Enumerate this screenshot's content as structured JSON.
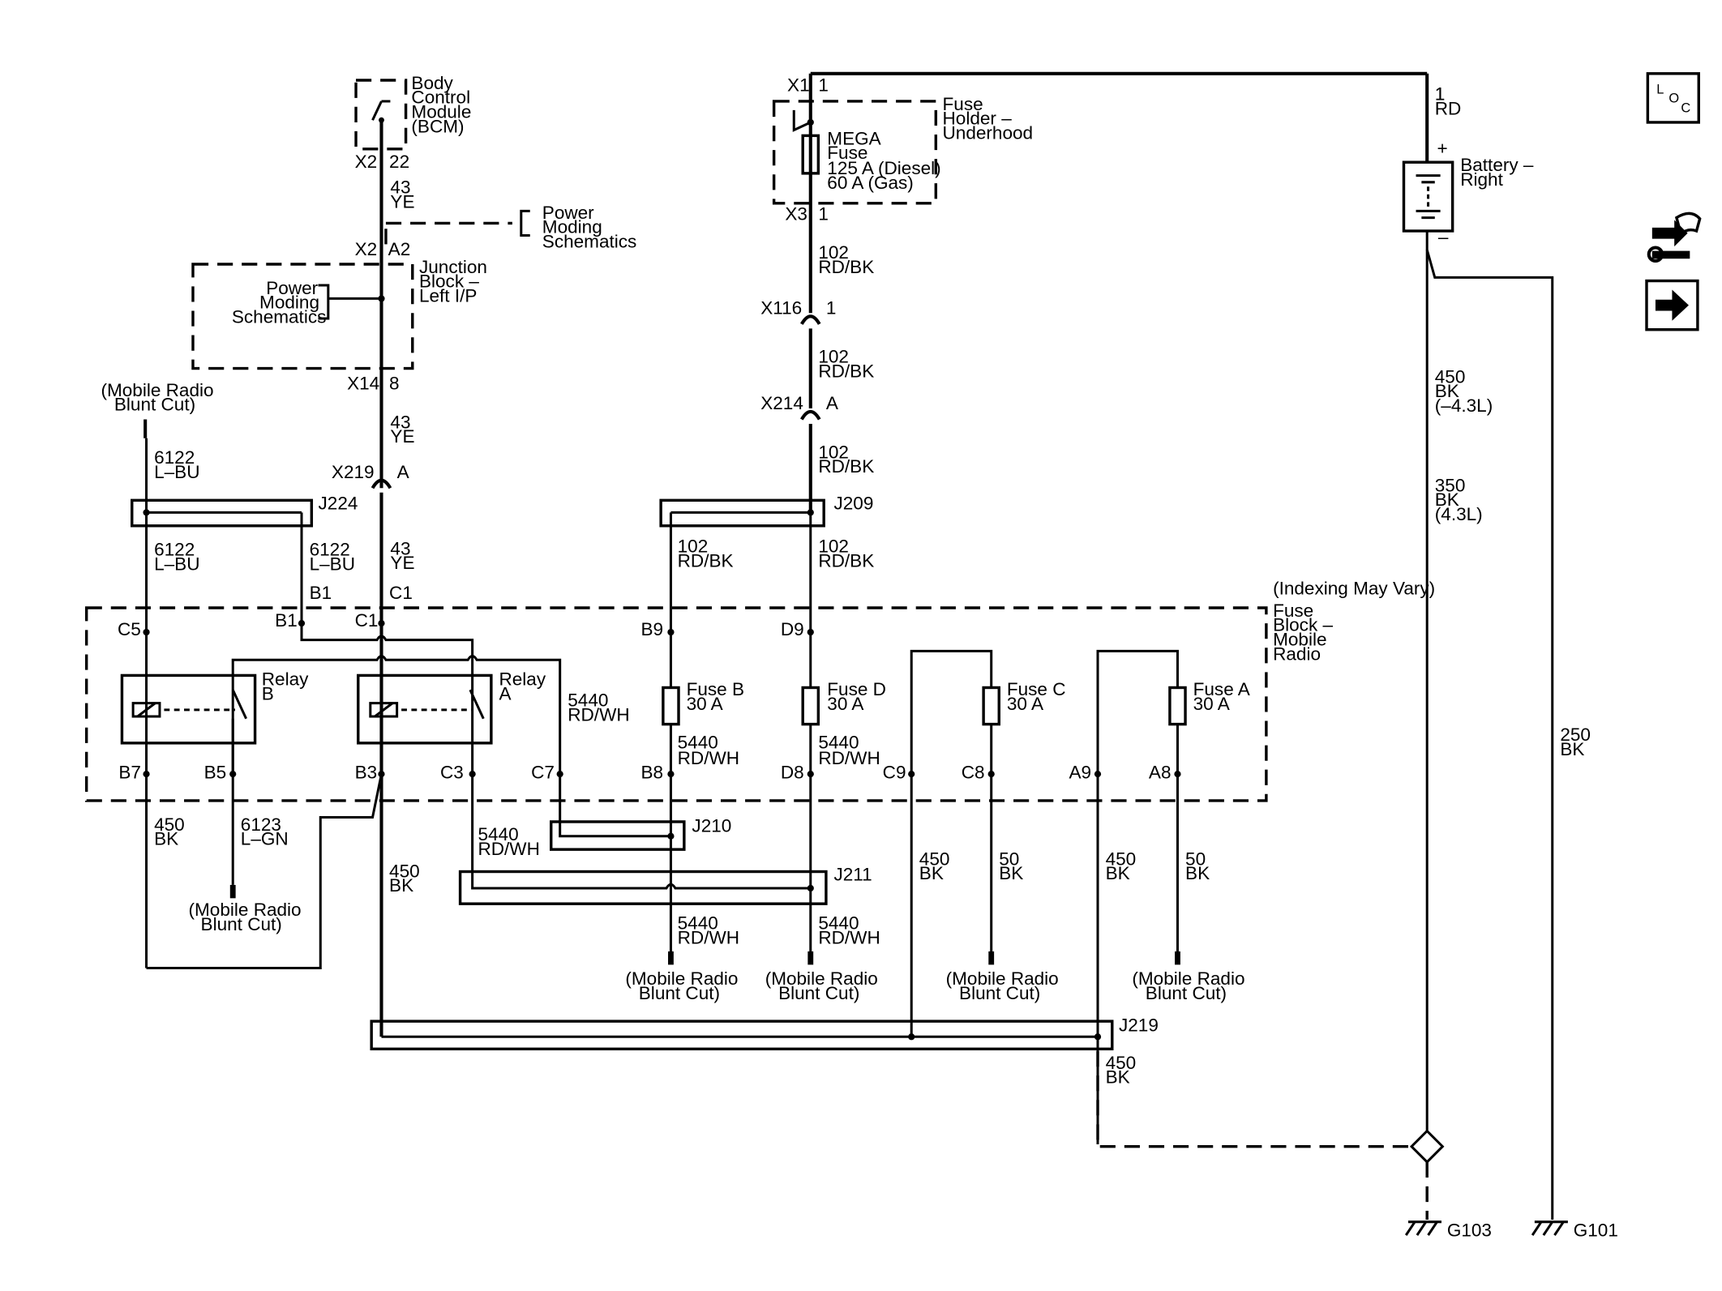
{
  "components": {
    "bcm": [
      "Body",
      "Control",
      "Module",
      "(BCM)"
    ],
    "fuse_holder": [
      "Fuse",
      "Holder –",
      "Underhood"
    ],
    "mega_fuse": [
      "MEGA",
      "Fuse",
      "125 A (Diesel)",
      "60 A (Gas)"
    ],
    "battery": [
      "Battery –",
      "Right"
    ],
    "power_moding_top": [
      "Power",
      "Moding",
      "Schematics"
    ],
    "power_moding_left": [
      "Power",
      "Moding",
      "Schematics"
    ],
    "junction_block": [
      "Junction",
      "Block –",
      "Left I/P"
    ],
    "fuse_block": [
      "Fuse",
      "Block –",
      "Mobile",
      "Radio"
    ],
    "indexing_note": "(Indexing May Vary)",
    "relay_a": [
      "Relay",
      "A"
    ],
    "relay_b": [
      "Relay",
      "B"
    ],
    "fuse_a": [
      "Fuse A",
      "30 A"
    ],
    "fuse_b": [
      "Fuse B",
      "30 A"
    ],
    "fuse_c": [
      "Fuse C",
      "30 A"
    ],
    "fuse_d": [
      "Fuse D",
      "30 A"
    ],
    "mobile_radio_blunt_cut": [
      "(Mobile Radio",
      "Blunt Cut)"
    ]
  },
  "connectors": {
    "x2": "X2",
    "pin22": "22",
    "x2b": "X2",
    "a2": "A2",
    "x14": "X14",
    "pin8": "8",
    "x219": "X219",
    "pinA": "A",
    "x1": "X1",
    "pin1": "1",
    "x3": "X3",
    "pin1b": "1",
    "x116": "X116",
    "pin1c": "1",
    "x214": "X214",
    "pinA2": "A",
    "c5": "C5",
    "b1": "B1",
    "c1": "C1",
    "b1t": "B1",
    "c1t": "C1",
    "b9": "B9",
    "d9": "D9",
    "b7": "B7",
    "b5": "B5",
    "b3": "B3",
    "c3": "C3",
    "c7": "C7",
    "b8": "B8",
    "d8": "D8",
    "c9": "C9",
    "c8": "C8",
    "a9": "A9",
    "a8": "A8",
    "battery_pin": "1",
    "plus": "+",
    "minus": "–"
  },
  "splices": {
    "j224": "J224",
    "j209": "J209",
    "j210": "J210",
    "j211": "J211",
    "j219": "J219"
  },
  "grounds": {
    "g103": "G103",
    "g101": "G101"
  },
  "wires": {
    "w43_ye": [
      "43",
      "YE"
    ],
    "w102_rdbk": [
      "102",
      "RD/BK"
    ],
    "w6122_lbu": [
      "6122",
      "L–BU"
    ],
    "w5440_rdwh": [
      "5440",
      "RD/WH"
    ],
    "w450_bk": [
      "450",
      "BK"
    ],
    "w6123_lgn": [
      "6123",
      "L–GN"
    ],
    "w50_bk": [
      "50",
      "BK"
    ],
    "w1_rd": [
      "1",
      "RD"
    ],
    "w450_bk_43": [
      "450",
      "BK",
      "(–4.3L)"
    ],
    "w350_bk_43": [
      "350",
      "BK",
      "(4.3L)"
    ],
    "w250_bk": [
      "250",
      "BK"
    ]
  },
  "side_icons": {
    "loc_letters": [
      "L",
      "O",
      "C"
    ],
    "loc_icon": "location-icon",
    "wrench_icon": "connector-wrench-icon",
    "arrow_icon": "next-arrow-icon"
  }
}
